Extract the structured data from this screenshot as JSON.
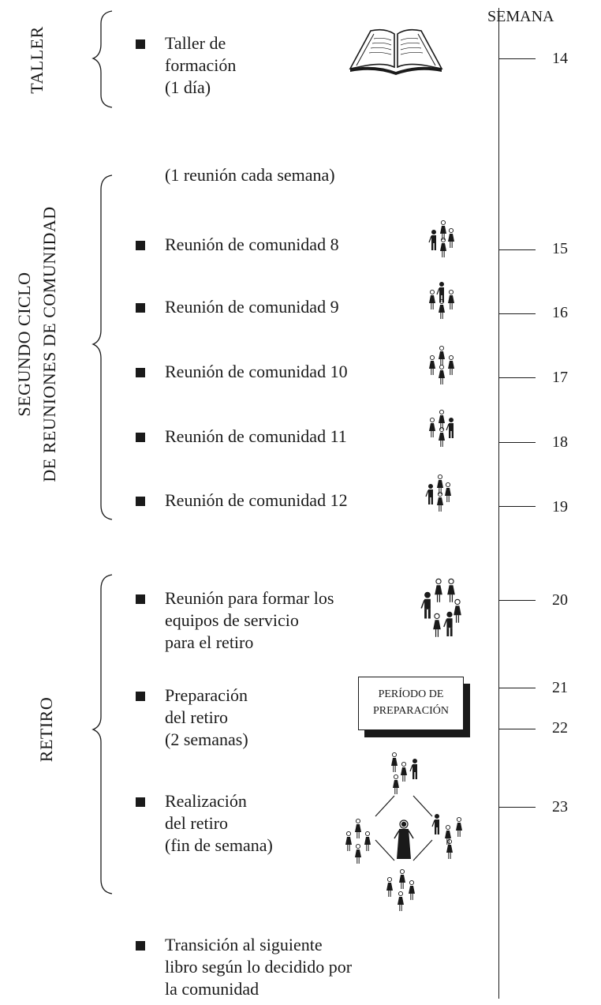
{
  "axis": {
    "title": "SEMANA"
  },
  "sections": {
    "taller": "TALLER",
    "segundo_line1": "SEGUNDO CICLO",
    "segundo_line2": "DE REUNIONES DE COMUNIDAD",
    "retiro": "RETIRO"
  },
  "note": "(1 reunión cada semana)",
  "items": {
    "taller_1": "Taller de",
    "taller_2": "formación",
    "taller_3": "(1 día)",
    "r8": "Reunión de comunidad 8",
    "r9": "Reunión de comunidad 9",
    "r10": "Reunión de comunidad 10",
    "r11": "Reunión de comunidad 11",
    "r12": "Reunión de comunidad 12",
    "equipos_1": "Reunión para formar los",
    "equipos_2": "equipos de servicio",
    "equipos_3": "para el retiro",
    "prep_1": "Preparación",
    "prep_2": "del retiro",
    "prep_3": "(2 semanas)",
    "real_1": "Realización",
    "real_2": "del retiro",
    "real_3": "(fin de semana)",
    "trans_1": "Transición al siguiente",
    "trans_2": "libro según lo decidido por",
    "trans_3": "la comunidad"
  },
  "box": {
    "line1": "PERÍODO DE",
    "line2": "PREPARACIÓN"
  },
  "weeks": [
    "14",
    "15",
    "16",
    "17",
    "18",
    "19",
    "20",
    "21",
    "22",
    "23"
  ],
  "icons": {
    "taller": "open-book-icon",
    "meeting": "people-group-icon",
    "retreat": "retreat-circle-icon"
  }
}
